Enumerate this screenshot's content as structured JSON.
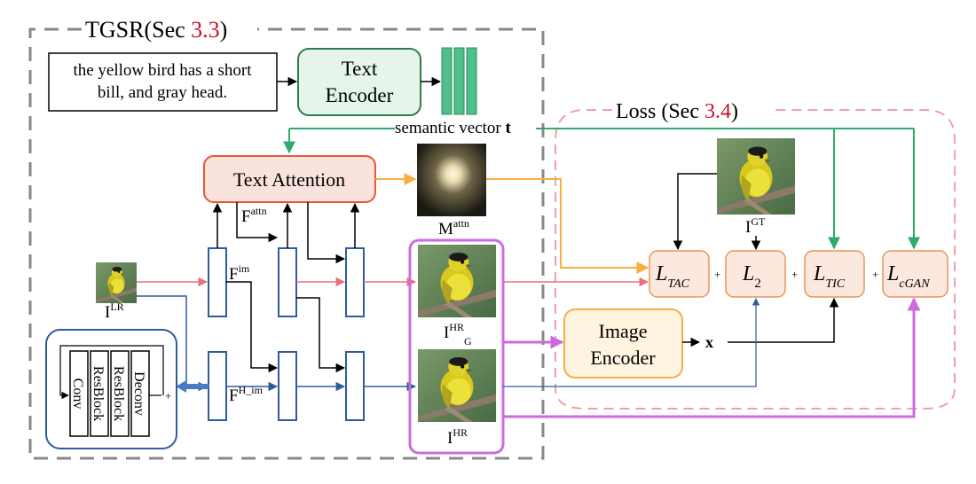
{
  "tgsr": {
    "title_text": "TGSR(Sec ",
    "title_ref": "3.3",
    "title_close": ")"
  },
  "loss": {
    "title_text": "Loss (Sec ",
    "title_ref": "3.4",
    "title_close": ")"
  },
  "caption": {
    "line1": "the yellow bird has a short",
    "line2": "bill, and gray head."
  },
  "text_encoder": {
    "line1": "Text",
    "line2": "Encoder"
  },
  "semantic_vector": {
    "label": "semantic vector ",
    "symbol": "t"
  },
  "text_attention": {
    "label": "Text Attention"
  },
  "image_encoder": {
    "line1": "Image",
    "line2": "Encoder"
  },
  "labels": {
    "m_attn_base": "M",
    "m_attn_sup": "attn",
    "f_attn_base": "F",
    "f_attn_sup": "attn",
    "f_im_base": "F",
    "f_im_sup": "im",
    "f_h_im_base": "F",
    "f_h_im_sup": "H_im",
    "i_lr_base": "I",
    "i_lr_sup": "LR",
    "i_gt_base": "I",
    "i_gt_sup": "GT",
    "i_hrg_base": "I",
    "i_hrg_sup": "HR",
    "i_hrg_sub": "G",
    "i_hr_base": "I",
    "i_hr_sup": "HR",
    "x": "x"
  },
  "losses": [
    {
      "base": "L",
      "sub": "TAC"
    },
    {
      "base": "L",
      "sub": "2"
    },
    {
      "base": "L",
      "sub": "TIC"
    },
    {
      "base": "L",
      "sub": "cGAN"
    }
  ],
  "plus": "+",
  "module": {
    "conv": "Conv",
    "resblock1": "ResBlock",
    "resblock2": "ResBlock",
    "deconv": "Deconv"
  },
  "colors": {
    "red_ref": "#c8102e",
    "green": "#2eab6e",
    "orange": "#f5b041",
    "pink_line": "#e8707a",
    "blue": "#2e5c9e",
    "purple": "#cc6be0"
  }
}
